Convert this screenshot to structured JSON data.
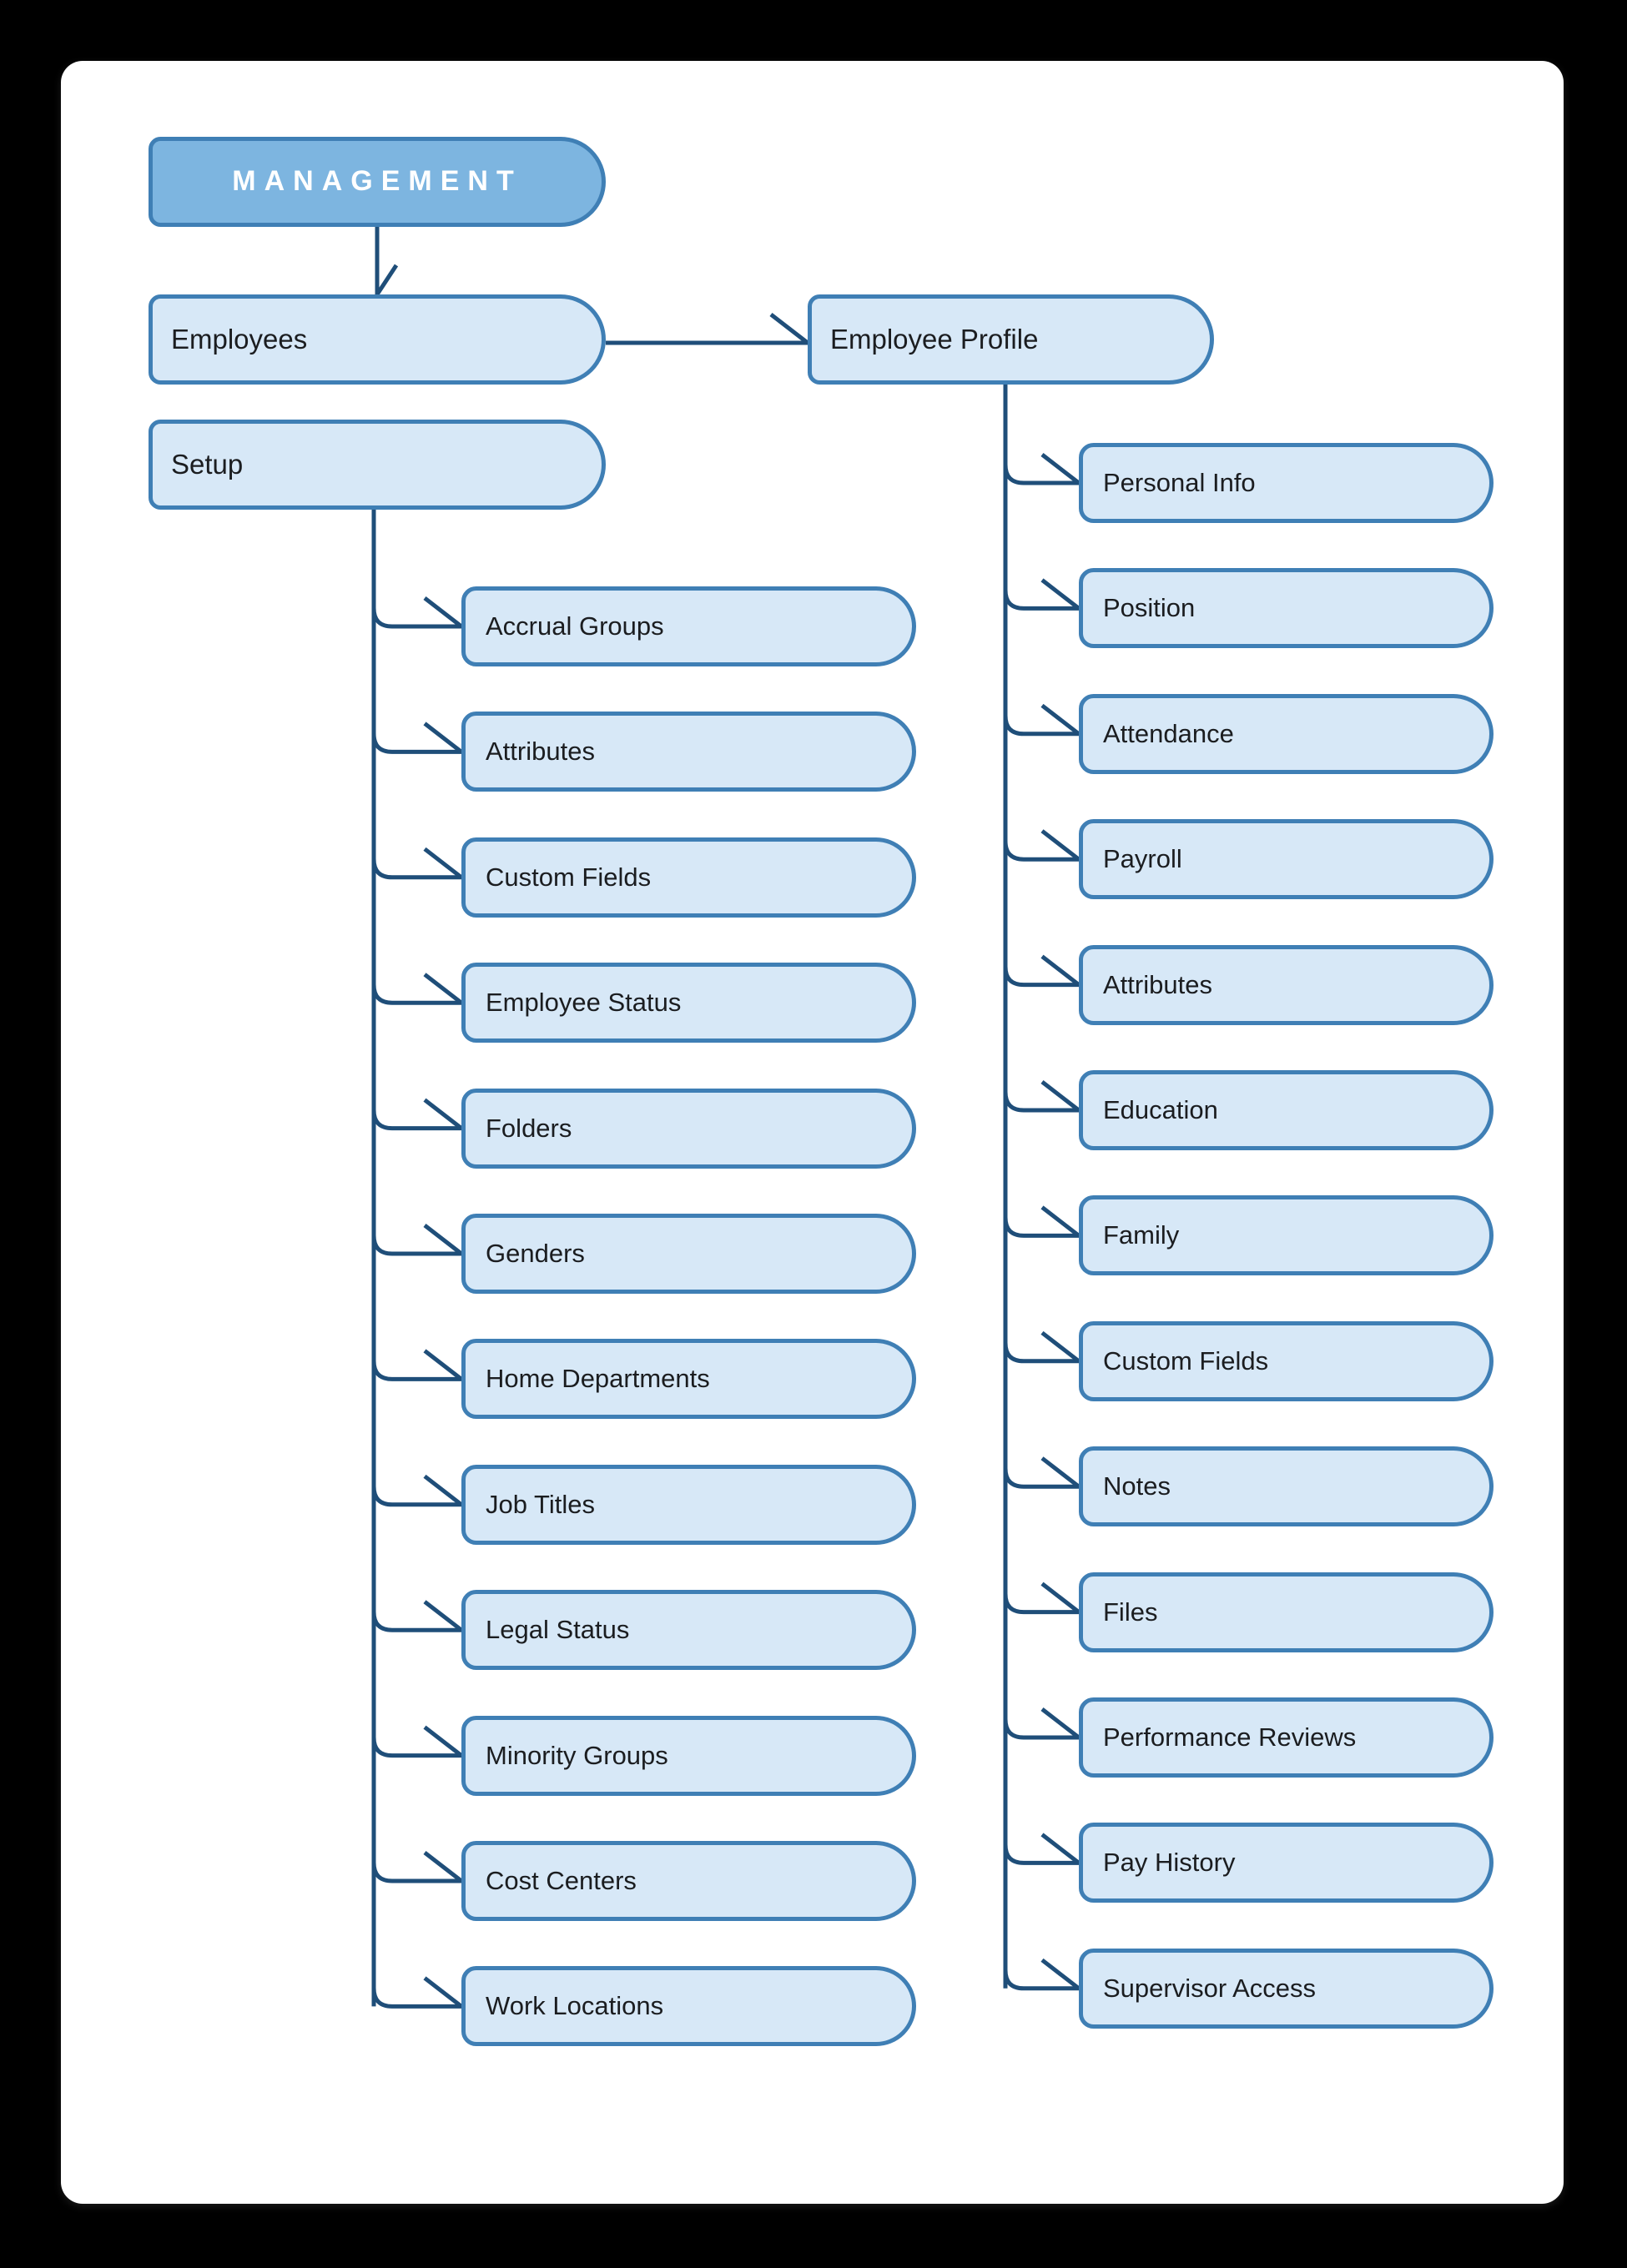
{
  "diagram": {
    "title": "MANAGEMENT",
    "background_color": "#000000",
    "card_color": "#ffffff",
    "node_fill": "#d7e8f7",
    "node_border": "#3f7fb5",
    "root_fill": "#7db5e0",
    "connector_color": "#1f4e79",
    "text_color": "#1b1d20",
    "root_text_color": "#ffffff"
  },
  "root": {
    "label": "MANAGEMENT"
  },
  "branches": {
    "employees": {
      "label": "Employees"
    },
    "setup": {
      "label": "Setup"
    },
    "employee_profile": {
      "label": "Employee Profile"
    }
  },
  "setup_children": [
    {
      "label": "Accrual Groups"
    },
    {
      "label": "Attributes"
    },
    {
      "label": "Custom Fields"
    },
    {
      "label": "Employee Status"
    },
    {
      "label": "Folders"
    },
    {
      "label": "Genders"
    },
    {
      "label": "Home Departments"
    },
    {
      "label": "Job Titles"
    },
    {
      "label": "Legal Status"
    },
    {
      "label": "Minority Groups"
    },
    {
      "label": "Cost Centers"
    },
    {
      "label": "Work Locations"
    }
  ],
  "profile_children": [
    {
      "label": "Personal Info"
    },
    {
      "label": "Position"
    },
    {
      "label": "Attendance"
    },
    {
      "label": "Payroll"
    },
    {
      "label": "Attributes"
    },
    {
      "label": "Education"
    },
    {
      "label": "Family"
    },
    {
      "label": "Custom Fields"
    },
    {
      "label": "Notes"
    },
    {
      "label": "Files"
    },
    {
      "label": "Performance Reviews"
    },
    {
      "label": "Pay History"
    },
    {
      "label": "Supervisor Access"
    }
  ]
}
